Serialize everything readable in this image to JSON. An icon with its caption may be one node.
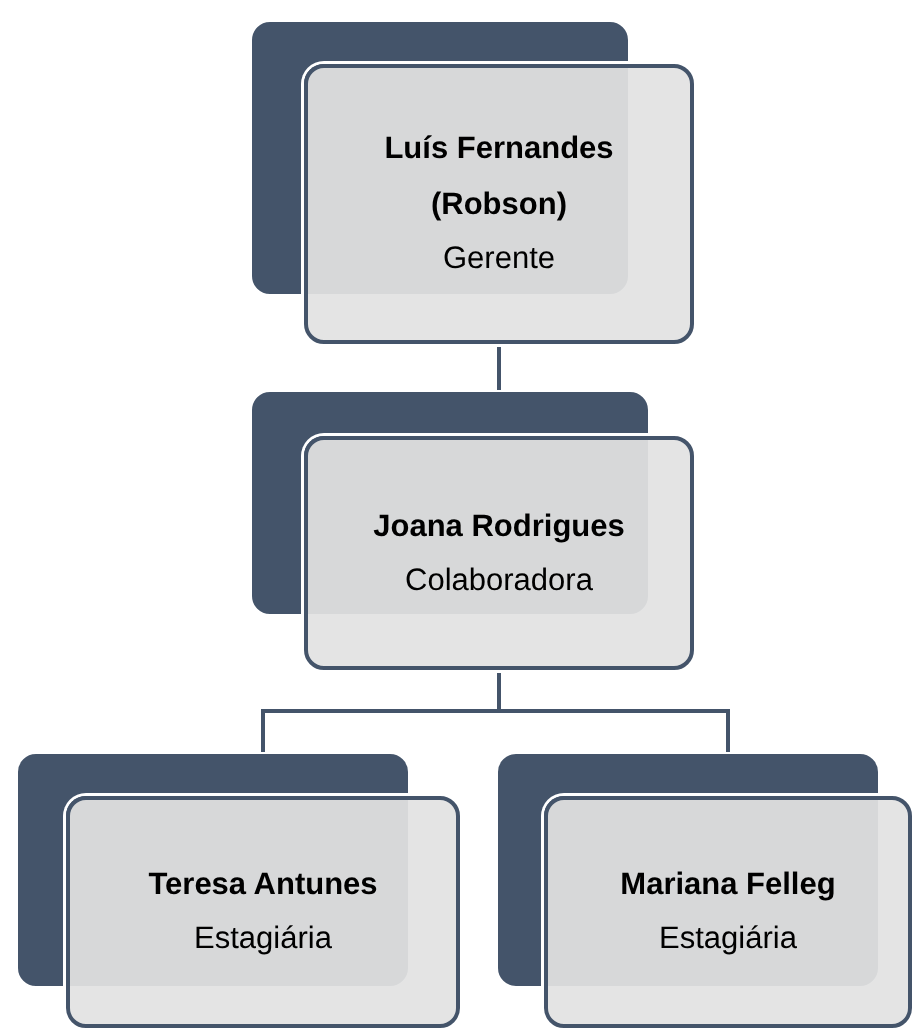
{
  "diagram": {
    "nodes": [
      {
        "text": [
          "Luís Fernandes (Robson)",
          "Gerente"
        ]
      },
      {
        "text": [
          "Joana Rodrigues",
          "Colaboradora"
        ]
      },
      {
        "text": [
          "Teresa Antunes",
          "Estagiária"
        ]
      },
      {
        "text": [
          "Mariana Felleg",
          "Estagiária"
        ]
      }
    ],
    "edges": [
      {
        "from": 0,
        "to": 1,
        "arrow": "none"
      },
      {
        "from": 1,
        "to": 2,
        "arrow": "none"
      },
      {
        "from": 1,
        "to": 3,
        "arrow": "none"
      }
    ]
  }
}
